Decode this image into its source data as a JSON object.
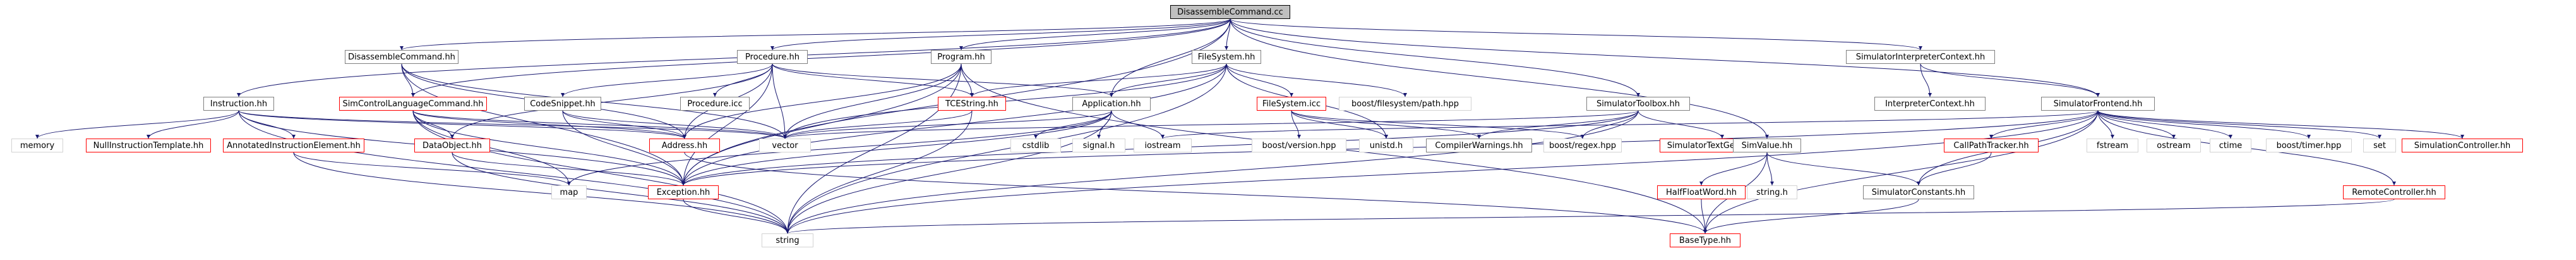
{
  "graph": {
    "root": "DisassembleCommand.cc",
    "edge_color": "#191970",
    "linked_border_color": "#808080",
    "missing_border_color": "#ff0000",
    "system_border_color": "#d3d3d3",
    "nodes": [
      {
        "id": "root",
        "label": "DisassembleCommand.cc",
        "kind": "root"
      },
      {
        "id": "discmd",
        "label": "DisassembleCommand.hh",
        "kind": "linked"
      },
      {
        "id": "procedure",
        "label": "Procedure.hh",
        "kind": "linked"
      },
      {
        "id": "program",
        "label": "Program.hh",
        "kind": "linked"
      },
      {
        "id": "filesystem",
        "label": "FileSystem.hh",
        "kind": "linked"
      },
      {
        "id": "siminterp",
        "label": "SimulatorInterpreterContext.hh",
        "kind": "linked"
      },
      {
        "id": "instruction",
        "label": "Instruction.hh",
        "kind": "linked"
      },
      {
        "id": "simctrl",
        "label": "SimControlLanguageCommand.hh",
        "kind": "missing"
      },
      {
        "id": "codesnippet",
        "label": "CodeSnippet.hh",
        "kind": "linked"
      },
      {
        "id": "procicc",
        "label": "Procedure.icc",
        "kind": "linked"
      },
      {
        "id": "tcestring",
        "label": "TCEString.hh",
        "kind": "missing"
      },
      {
        "id": "application",
        "label": "Application.hh",
        "kind": "linked"
      },
      {
        "id": "fsicc",
        "label": "FileSystem.icc",
        "kind": "missing"
      },
      {
        "id": "boostfspath",
        "label": "boost/filesystem/path.hpp",
        "kind": "system"
      },
      {
        "id": "simtoolbox",
        "label": "SimulatorToolbox.hh",
        "kind": "linked"
      },
      {
        "id": "interpctx",
        "label": "InterpreterContext.hh",
        "kind": "linked"
      },
      {
        "id": "simfrontend",
        "label": "SimulatorFrontend.hh",
        "kind": "linked"
      },
      {
        "id": "memory",
        "label": "memory",
        "kind": "system"
      },
      {
        "id": "nullinstr",
        "label": "NullInstructionTemplate.hh",
        "kind": "missing"
      },
      {
        "id": "annotated",
        "label": "AnnotatedInstructionElement.hh",
        "kind": "missing"
      },
      {
        "id": "dataobject",
        "label": "DataObject.hh",
        "kind": "missing"
      },
      {
        "id": "address",
        "label": "Address.hh",
        "kind": "missing"
      },
      {
        "id": "vector",
        "label": "vector",
        "kind": "system"
      },
      {
        "id": "cstdlib",
        "label": "cstdlib",
        "kind": "system"
      },
      {
        "id": "signalh",
        "label": "signal.h",
        "kind": "system"
      },
      {
        "id": "iostream",
        "label": "iostream",
        "kind": "system"
      },
      {
        "id": "boostversion",
        "label": "boost/version.hpp",
        "kind": "system"
      },
      {
        "id": "unistd",
        "label": "unistd.h",
        "kind": "system"
      },
      {
        "id": "compilerwarn",
        "label": "CompilerWarnings.hh",
        "kind": "linked"
      },
      {
        "id": "boostregex",
        "label": "boost/regex.hpp",
        "kind": "system"
      },
      {
        "id": "simtextgen",
        "label": "SimulatorTextGenerator.hh",
        "kind": "missing"
      },
      {
        "id": "fstream",
        "label": "fstream",
        "kind": "system"
      },
      {
        "id": "ostream",
        "label": "ostream",
        "kind": "system"
      },
      {
        "id": "ctime",
        "label": "ctime",
        "kind": "system"
      },
      {
        "id": "boosttimer",
        "label": "boost/timer.hpp",
        "kind": "system"
      },
      {
        "id": "set",
        "label": "set",
        "kind": "system"
      },
      {
        "id": "simcontroller",
        "label": "SimulationController.hh",
        "kind": "missing"
      },
      {
        "id": "callpath",
        "label": "CallPathTracker.hh",
        "kind": "missing"
      },
      {
        "id": "simvalue",
        "label": "SimValue.hh",
        "kind": "linked"
      },
      {
        "id": "map",
        "label": "map",
        "kind": "system"
      },
      {
        "id": "exception",
        "label": "Exception.hh",
        "kind": "missing"
      },
      {
        "id": "stringh",
        "label": "string.h",
        "kind": "system"
      },
      {
        "id": "halffloat",
        "label": "HalfFloatWord.hh",
        "kind": "missing"
      },
      {
        "id": "simconst",
        "label": "SimulatorConstants.hh",
        "kind": "linked"
      },
      {
        "id": "remotectrl",
        "label": "RemoteController.hh",
        "kind": "missing"
      },
      {
        "id": "string",
        "label": "string",
        "kind": "system"
      },
      {
        "id": "basetype",
        "label": "BaseType.hh",
        "kind": "missing"
      }
    ],
    "edges": [
      [
        "root",
        "discmd"
      ],
      [
        "root",
        "procedure"
      ],
      [
        "root",
        "program"
      ],
      [
        "root",
        "filesystem"
      ],
      [
        "root",
        "siminterp"
      ],
      [
        "root",
        "instruction"
      ],
      [
        "root",
        "simctrl"
      ],
      [
        "root",
        "application"
      ],
      [
        "root",
        "simtoolbox"
      ],
      [
        "root",
        "simfrontend"
      ],
      [
        "root",
        "exception"
      ],
      [
        "root",
        "simvalue"
      ],
      [
        "discmd",
        "simctrl"
      ],
      [
        "discmd",
        "vector"
      ],
      [
        "discmd",
        "exception"
      ],
      [
        "discmd",
        "address"
      ],
      [
        "procedure",
        "codesnippet"
      ],
      [
        "procedure",
        "procicc"
      ],
      [
        "procedure",
        "address"
      ],
      [
        "procedure",
        "vector"
      ],
      [
        "procedure",
        "tcestring"
      ],
      [
        "procedure",
        "exception"
      ],
      [
        "procedure",
        "application"
      ],
      [
        "procedure",
        "dataobject"
      ],
      [
        "program",
        "tcestring"
      ],
      [
        "program",
        "address"
      ],
      [
        "program",
        "vector"
      ],
      [
        "program",
        "exception"
      ],
      [
        "program",
        "string"
      ],
      [
        "program",
        "basetype"
      ],
      [
        "filesystem",
        "fsicc"
      ],
      [
        "filesystem",
        "boostfspath"
      ],
      [
        "filesystem",
        "tcestring"
      ],
      [
        "filesystem",
        "exception"
      ],
      [
        "filesystem",
        "string"
      ],
      [
        "filesystem",
        "vector"
      ],
      [
        "filesystem",
        "unistd"
      ],
      [
        "filesystem",
        "application"
      ],
      [
        "siminterp",
        "interpctx"
      ],
      [
        "siminterp",
        "simfrontend"
      ],
      [
        "instruction",
        "memory"
      ],
      [
        "instruction",
        "nullinstr"
      ],
      [
        "instruction",
        "annotated"
      ],
      [
        "instruction",
        "address"
      ],
      [
        "instruction",
        "vector"
      ],
      [
        "instruction",
        "exception"
      ],
      [
        "instruction",
        "string"
      ],
      [
        "simctrl",
        "dataobject"
      ],
      [
        "simctrl",
        "address"
      ],
      [
        "simctrl",
        "exception"
      ],
      [
        "simctrl",
        "string"
      ],
      [
        "simctrl",
        "map"
      ],
      [
        "simctrl",
        "vector"
      ],
      [
        "codesnippet",
        "address"
      ],
      [
        "codesnippet",
        "vector"
      ],
      [
        "codesnippet",
        "exception"
      ],
      [
        "tcestring",
        "string"
      ],
      [
        "tcestring",
        "vector"
      ],
      [
        "application",
        "cstdlib"
      ],
      [
        "application",
        "signalh"
      ],
      [
        "application",
        "iostream"
      ],
      [
        "application",
        "string"
      ],
      [
        "application",
        "vector"
      ],
      [
        "application",
        "exception"
      ],
      [
        "application",
        "map"
      ],
      [
        "fsicc",
        "boostversion"
      ],
      [
        "fsicc",
        "unistd"
      ],
      [
        "fsicc",
        "compilerwarn"
      ],
      [
        "fsicc",
        "boostregex"
      ],
      [
        "simtoolbox",
        "compilerwarn"
      ],
      [
        "simtoolbox",
        "boostregex"
      ],
      [
        "simtoolbox",
        "simtextgen"
      ],
      [
        "simtoolbox",
        "vector"
      ],
      [
        "simtoolbox",
        "exception"
      ],
      [
        "simtoolbox",
        "string"
      ],
      [
        "simfrontend",
        "fstream"
      ],
      [
        "simfrontend",
        "ostream"
      ],
      [
        "simfrontend",
        "ctime"
      ],
      [
        "simfrontend",
        "boosttimer"
      ],
      [
        "simfrontend",
        "set"
      ],
      [
        "simfrontend",
        "simcontroller"
      ],
      [
        "simfrontend",
        "callpath"
      ],
      [
        "simfrontend",
        "remotectrl"
      ],
      [
        "simfrontend",
        "simconst"
      ],
      [
        "simfrontend",
        "basetype"
      ],
      [
        "simfrontend",
        "exception"
      ],
      [
        "simfrontend",
        "iostream"
      ],
      [
        "simfrontend",
        "string"
      ],
      [
        "annotated",
        "string"
      ],
      [
        "annotated",
        "map"
      ],
      [
        "dataobject",
        "string"
      ],
      [
        "dataobject",
        "exception"
      ],
      [
        "address",
        "basetype"
      ],
      [
        "exception",
        "string"
      ],
      [
        "simvalue",
        "halffloat"
      ],
      [
        "simvalue",
        "stringh"
      ],
      [
        "simvalue",
        "basetype"
      ],
      [
        "simvalue",
        "simconst"
      ],
      [
        "halffloat",
        "basetype"
      ],
      [
        "callpath",
        "simconst"
      ],
      [
        "simconst",
        "basetype"
      ],
      [
        "remotectrl",
        "string"
      ]
    ]
  }
}
